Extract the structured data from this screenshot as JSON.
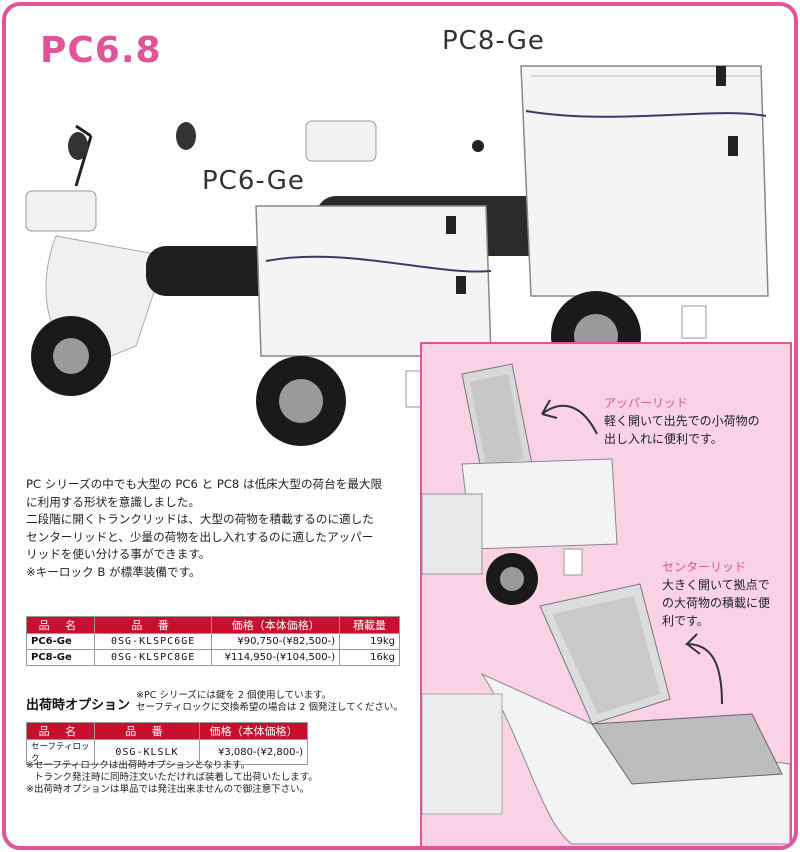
{
  "title": "PC6.8",
  "labels": {
    "pc8": "PC8-Ge",
    "pc6": "PC6-Ge"
  },
  "callouts": {
    "upper": {
      "head": "アッパーリッド",
      "lines": [
        "軽く開いて出先での小荷物の",
        "出し入れに便利です。"
      ]
    },
    "center": {
      "head": "センターリッド",
      "lines": [
        "大きく開いて拠点で",
        "の大荷物の積載に便",
        "利です。"
      ]
    }
  },
  "description": [
    "PC シリーズの中でも大型の PC6 と PC8 は低床大型の荷台を最大限",
    "に利用する形状を意識しました。",
    "二段階に開くトランクリッドは、大型の荷物を積載するのに適した",
    "センターリッドと、少量の荷物を出し入れするのに適したアッパー",
    "リッドを使い分ける事ができます。",
    "※キーロック B が標準装備です。"
  ],
  "product_table": {
    "headers": [
      "品 名",
      "品 番",
      "価格（本体価格）",
      "積載量"
    ],
    "rows": [
      [
        "PC6-Ge",
        "0SG-KLSPC6GE",
        "¥90,750-(¥82,500-)",
        "19kg"
      ],
      [
        "PC8-Ge",
        "0SG-KLSPC8GE",
        "¥114,950-(¥104,500-)",
        "16kg"
      ]
    ]
  },
  "options": {
    "title": "出荷時オプション",
    "notes": [
      "※PC シリーズには鍵を 2 個使用しています。",
      "セーフティロックに交換希望の場合は 2 個発注してください。"
    ],
    "table": {
      "headers": [
        "品 名",
        "品 番",
        "価格（本体価格）"
      ],
      "rows": [
        [
          "セーフティロック",
          "0SG-KLSLK",
          "¥3,080-(¥2,800-)"
        ]
      ]
    },
    "footnotes": [
      "※セーフティロックは出荷時オプションとなります。",
      "トランク発注時に同時注文いただければ装着して出荷いたします。",
      "※出荷時オプションは単品では発注出来ませんので御注意下さい。"
    ]
  },
  "colors": {
    "accent": "#e0559a",
    "table_header": "#c8102e",
    "panel": "#f9d3e4"
  }
}
